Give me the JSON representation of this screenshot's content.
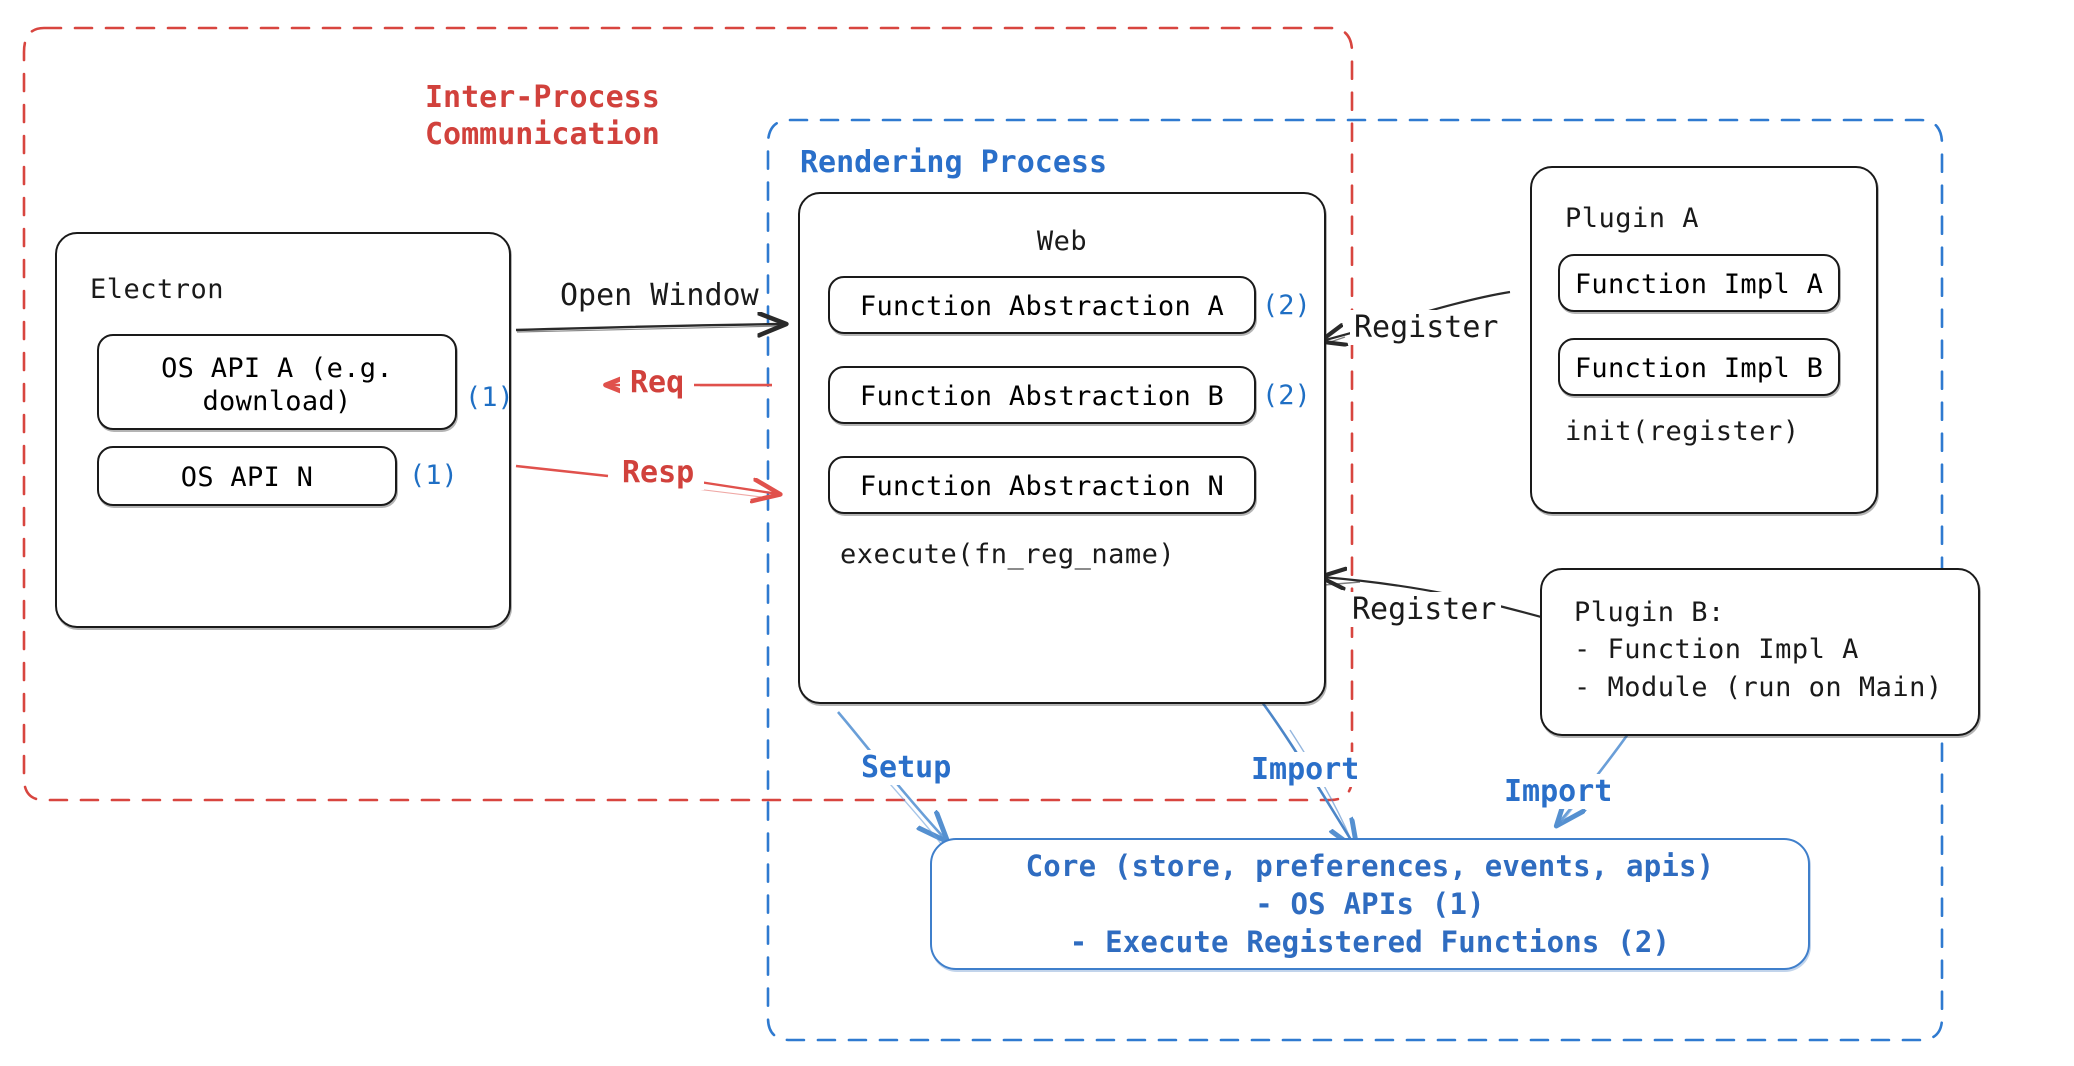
{
  "diagram": {
    "title": "Electron plugin architecture diagram",
    "colors": {
      "ipc_red": "#d1413c",
      "process_blue": "#2a6fc9",
      "core_blue": "#2f6cc0",
      "tag_blue": "#1f6fc4",
      "node_stroke": "#1a1a1a"
    }
  },
  "containers": {
    "ipc": {
      "label": "Inter-Process\nCommunication",
      "style": "dashed-red"
    },
    "rendering_process": {
      "label": "Rendering Process",
      "style": "dashed-blue"
    }
  },
  "electron": {
    "title": "Electron",
    "apis": [
      {
        "label": "OS API A (e.g.\ndownload)",
        "tag": "(1)"
      },
      {
        "label": "OS API N",
        "tag": "(1)"
      }
    ]
  },
  "web": {
    "title": "Web",
    "abstractions": [
      {
        "label": "Function Abstraction A",
        "tag": "(2)"
      },
      {
        "label": "Function Abstraction B",
        "tag": "(2)"
      },
      {
        "label": "Function Abstraction N",
        "tag": ""
      }
    ],
    "method": "execute(fn_reg_name)"
  },
  "plugin_a": {
    "title": "Plugin A",
    "functions": [
      {
        "label": "Function Impl A"
      },
      {
        "label": "Function Impl B"
      }
    ],
    "method": "init(register)"
  },
  "plugin_b": {
    "lines": "Plugin B:\n- Function Impl A\n- Module (run on Main)"
  },
  "core": {
    "text": "Core (store, preferences, events, apis)\n- OS APIs (1)\n- Execute Registered Functions (2)"
  },
  "arrows": [
    {
      "name": "open-window",
      "label": "Open Window",
      "color": "black"
    },
    {
      "name": "req",
      "label": "Req",
      "color": "red"
    },
    {
      "name": "resp",
      "label": "Resp",
      "color": "red"
    },
    {
      "name": "register-a",
      "label": "Register",
      "color": "black"
    },
    {
      "name": "register-b",
      "label": "Register",
      "color": "black"
    },
    {
      "name": "setup",
      "label": "Setup",
      "color": "blue"
    },
    {
      "name": "import-web",
      "label": "Import",
      "color": "blue"
    },
    {
      "name": "import-plugin",
      "label": "Import",
      "color": "blue"
    }
  ]
}
